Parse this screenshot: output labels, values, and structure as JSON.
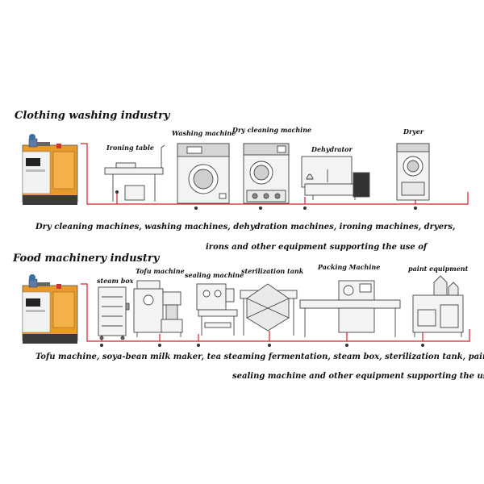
{
  "section1": {
    "title": "Clothing washing industry",
    "labels": {
      "ironing": "Ironing table",
      "washing": "Washing machine",
      "drycleaning": "Dry cleaning machine",
      "dehydrator": "Dehydrator",
      "dryer": "Dryer"
    },
    "caption_line1": "Dry cleaning machines, washing machines, dehydration machines, ironing machines, dryers,",
    "caption_line2": "irons and other equipment supporting the use of"
  },
  "section2": {
    "title": "Food machinery industry",
    "labels": {
      "steambox": "steam box",
      "tofu": "Tofu machine",
      "sealing": "sealing machine",
      "sterilization": "sterilization tank",
      "packing": "Packing Machine",
      "paint": "paint equipment"
    },
    "caption_line1": "Tofu machine, soya-bean milk maker, tea steaming fermentation, steam box, sterilization tank, paint equipment,",
    "caption_line2": "sealing machine and other equipment supporting the use of"
  },
  "colors": {
    "pipe": "#d0202a",
    "boiler_orange": "#e79a2a",
    "boiler_white": "#f2f2f2",
    "boiler_dark": "#3a3a3a",
    "machine_outline": "#444444",
    "machine_fill": "#f3f3f3"
  }
}
